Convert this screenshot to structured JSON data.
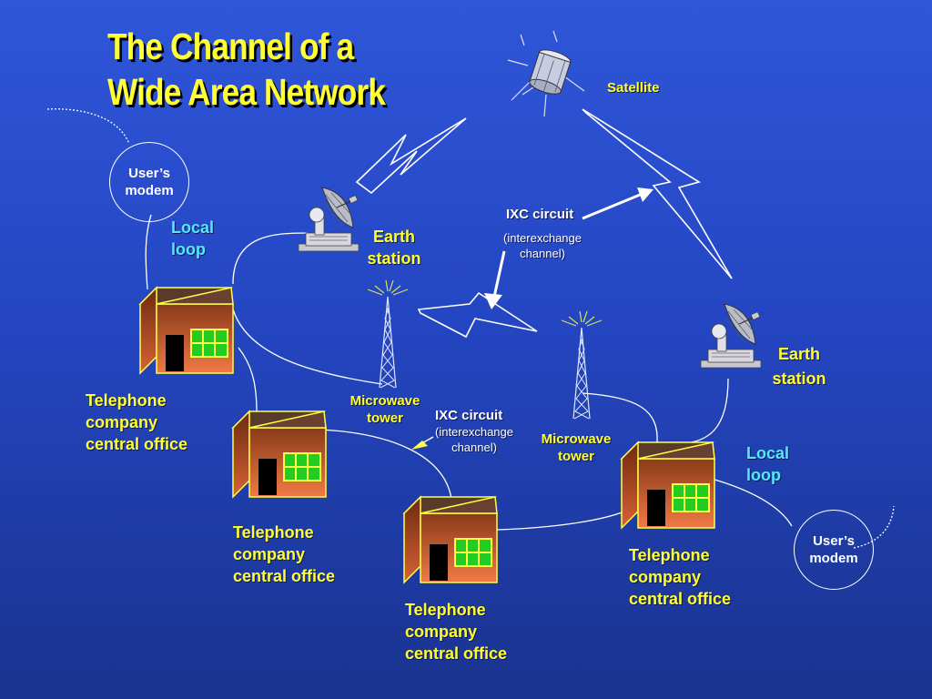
{
  "title_line1": "The Channel of a",
  "title_line2": "Wide Area Network",
  "satellite_label": "Satellite",
  "ixc_top": {
    "line1": "IXC circuit",
    "line2": "(interexchange",
    "line3": "channel)"
  },
  "ixc_mid": {
    "line1": "IXC circuit",
    "line2": "(interexchange",
    "line3": "channel)"
  },
  "modem_left": {
    "line1": "User’s",
    "line2": "modem"
  },
  "modem_right": {
    "line1": "User’s",
    "line2": "modem"
  },
  "local_loop_left": {
    "line1": "Local",
    "line2": "loop"
  },
  "local_loop_right": {
    "line1": "Local",
    "line2": "loop"
  },
  "earth_station_left": {
    "line1": "Earth",
    "line2": "station"
  },
  "earth_station_right": {
    "line1": "Earth",
    "line2": "station"
  },
  "tower_left": {
    "line1": "Microwave",
    "line2": "tower"
  },
  "tower_right": {
    "line1": "Microwave",
    "line2": "tower"
  },
  "office_1": {
    "line1": "Telephone",
    "line2": "company",
    "line3": "central office"
  },
  "office_2": {
    "line1": "Telephone",
    "line2": "company",
    "line3": "central office"
  },
  "office_3": {
    "line1": "Telephone",
    "line2": "company",
    "line3": "central office"
  },
  "office_4": {
    "line1": "Telephone",
    "line2": "company",
    "line3": "central office"
  },
  "colors": {
    "title": "#ffff33",
    "accent_cyan": "#55e8ff",
    "building": "#e0703a",
    "window": "#22cc22"
  }
}
